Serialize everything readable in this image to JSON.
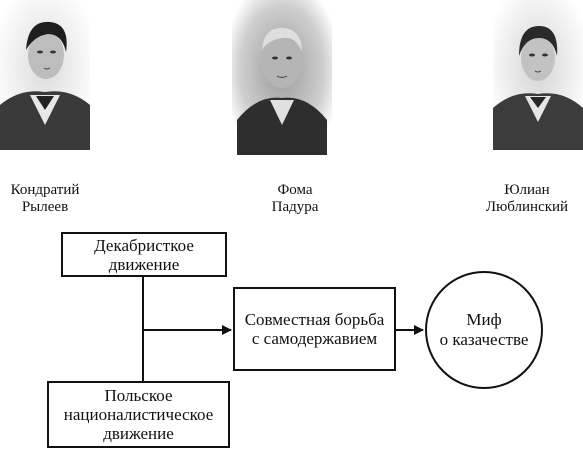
{
  "portraits": [
    {
      "caption": "Кондратий\nРылеев"
    },
    {
      "caption": "Фома\nПадура"
    },
    {
      "caption": "Юлиан\nЛюблинский"
    }
  ],
  "diagram": {
    "decembrist_box": "Декабристкое\nдвижение",
    "polish_box": "Польское\nнационалистическое\nдвижение",
    "joint_struggle_box": "Совместная борьба\nс самодержавием",
    "myth_circle": "Миф\nо казачестве"
  }
}
